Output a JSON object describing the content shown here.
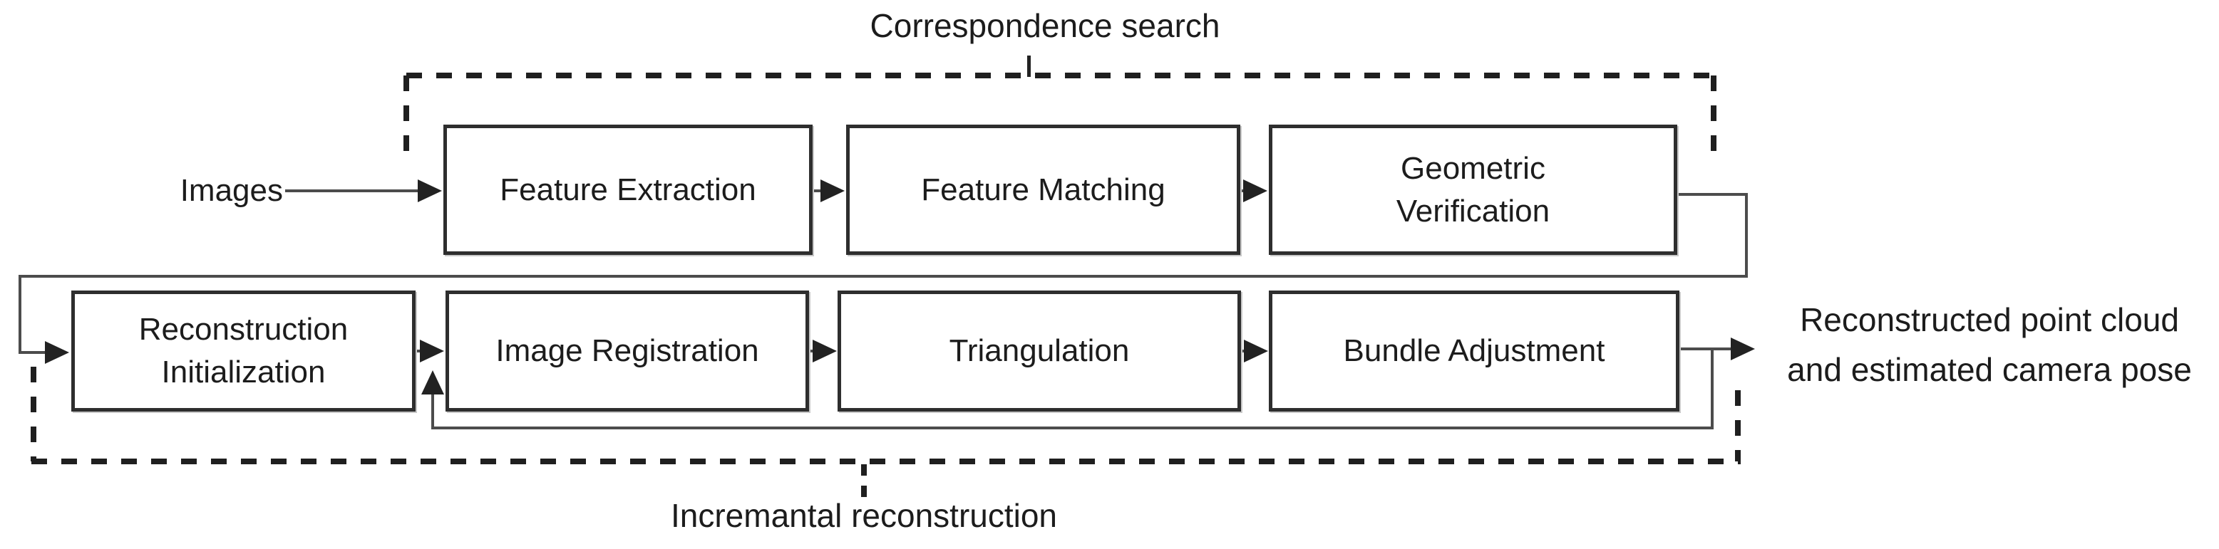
{
  "diagram": {
    "input_label": "Images",
    "output_label_line1": "Reconstructed point cloud",
    "output_label_line2": "and estimated camera pose",
    "groups": {
      "correspondence_search": {
        "label": "Correspondence search",
        "boxes": [
          "Feature Extraction",
          "Feature Matching",
          "Geometric Verification"
        ]
      },
      "incremental_reconstruction": {
        "label": "Incremantal reconstruction",
        "boxes": [
          "Reconstruction Initialization",
          "Image Registration",
          "Triangulation",
          "Bundle Adjustment"
        ]
      }
    },
    "line_color": "#4c4c4c",
    "box_border_color": "#2e2e2e",
    "dash_color": "#1f1f1f"
  }
}
